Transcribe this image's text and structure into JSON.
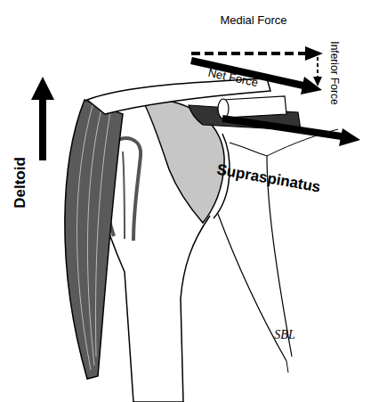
{
  "diagram": {
    "labels": [
      "Medial Force",
      "Net Force",
      "Inferior Force",
      "Deltoid",
      "Supraspinatus",
      "SBL"
    ]
  }
}
